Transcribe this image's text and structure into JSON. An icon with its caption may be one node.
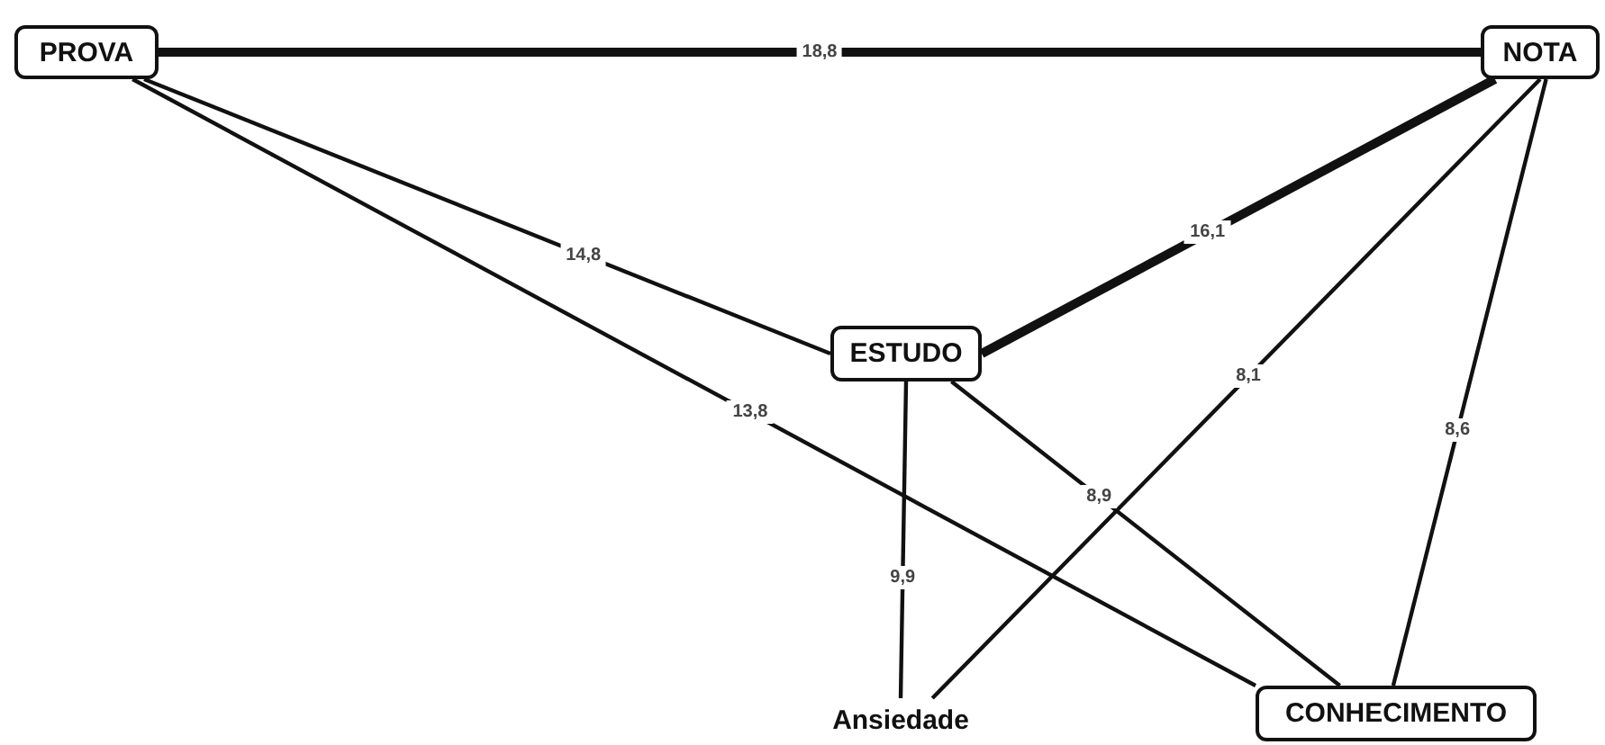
{
  "diagram": {
    "nodes": [
      {
        "text": [
          "PROVA"
        ]
      },
      {
        "text": [
          "NOTA"
        ]
      },
      {
        "text": [
          "ESTUDO"
        ]
      },
      {
        "text": [
          "Ansiedade"
        ]
      },
      {
        "text": [
          "CONHECIMENTO"
        ]
      }
    ],
    "edges": [
      {
        "from": 0,
        "to": 1,
        "arrow": "none",
        "label": "18,8",
        "style": "thick"
      },
      {
        "from": 0,
        "to": 2,
        "arrow": "none",
        "label": "14,8"
      },
      {
        "from": 0,
        "to": 4,
        "arrow": "none",
        "label": "13,8"
      },
      {
        "from": 2,
        "to": 1,
        "arrow": "none",
        "label": "16,1",
        "style": "thick"
      },
      {
        "from": 1,
        "to": 3,
        "arrow": "none",
        "label": "8,1"
      },
      {
        "from": 1,
        "to": 4,
        "arrow": "none",
        "label": "8,6"
      },
      {
        "from": 2,
        "to": 4,
        "arrow": "none",
        "label": "8,9"
      },
      {
        "from": 2,
        "to": 3,
        "arrow": "none",
        "label": "9,9"
      }
    ]
  }
}
